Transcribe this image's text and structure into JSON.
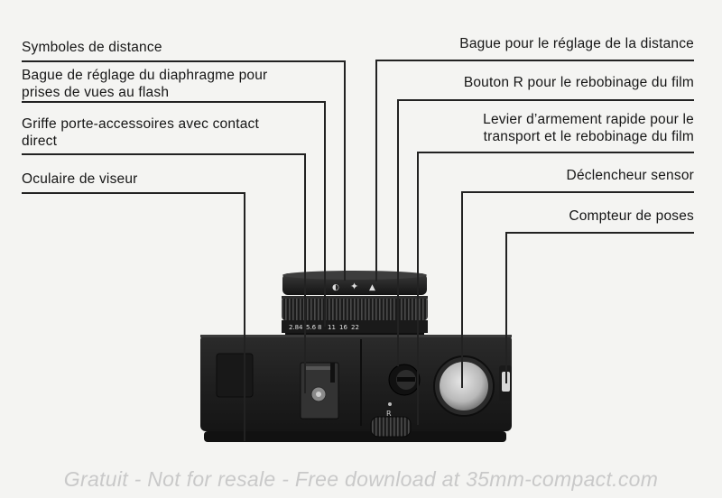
{
  "labels_left": [
    {
      "id": "symboles",
      "lines": [
        "Symboles de distance"
      ]
    },
    {
      "id": "diaphragme",
      "lines": [
        "Bague de réglage du diaphragme pour",
        "prises de vues au flash"
      ]
    },
    {
      "id": "griffe",
      "lines": [
        "Griffe porte-accessoires avec contact",
        "direct"
      ]
    },
    {
      "id": "oculaire",
      "lines": [
        "Oculaire de viseur"
      ]
    }
  ],
  "labels_right": [
    {
      "id": "bague-distance",
      "lines": [
        "Bague pour le réglage de la distance"
      ]
    },
    {
      "id": "bouton-r",
      "lines": [
        "Bouton R pour le rebobinage du film"
      ]
    },
    {
      "id": "levier",
      "lines": [
        "Levier d’armement rapide pour le",
        "transport et le rebobinage du film"
      ]
    },
    {
      "id": "declencheur",
      "lines": [
        "Déclencheur sensor"
      ]
    },
    {
      "id": "compteur",
      "lines": [
        "Compteur de poses"
      ]
    }
  ],
  "aperture_scale": [
    "2.8",
    "4",
    "5.6",
    "8",
    "11",
    "16",
    "22"
  ],
  "rewind_mark": "R",
  "watermark": "Gratuit - Not for resale - Free download at 35mm-compact.com"
}
